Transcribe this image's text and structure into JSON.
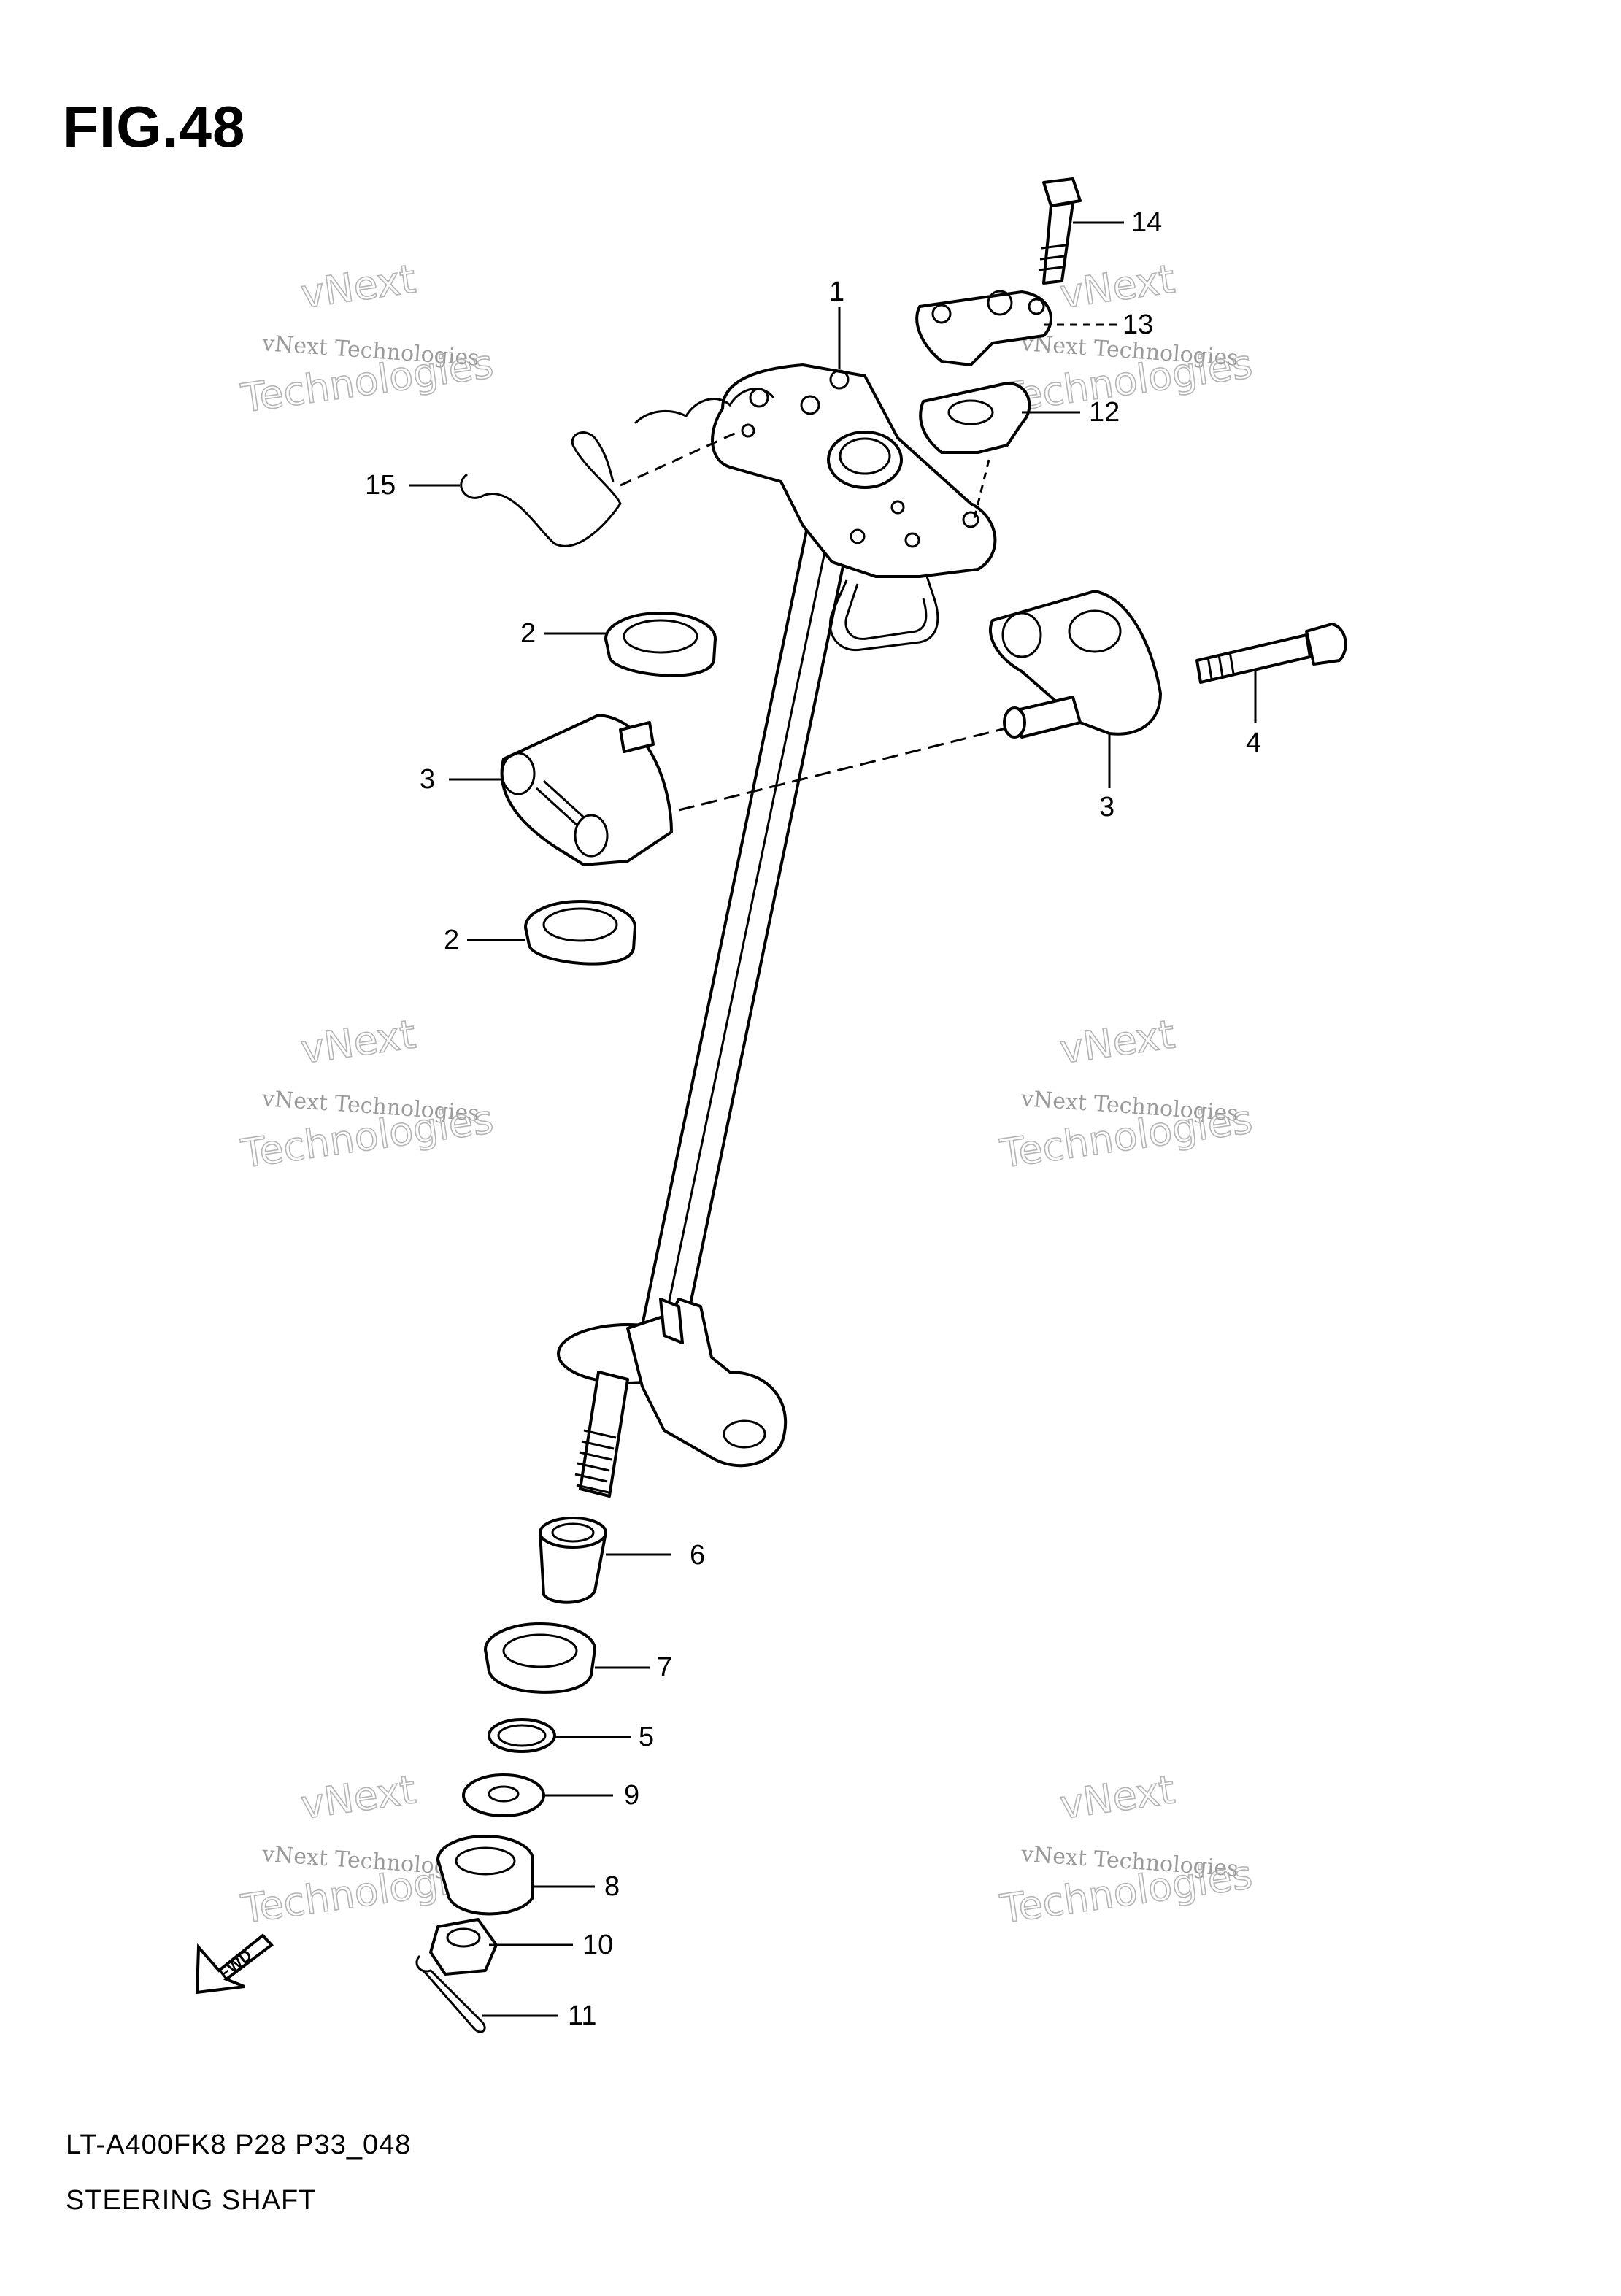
{
  "figure": {
    "title": "FIG.48"
  },
  "footer": {
    "model_code": "LT-A400FK8 P28 P33_048",
    "part_group": "STEERING SHAFT"
  },
  "fwd_arrow": {
    "label": "FWD"
  },
  "watermark": {
    "line1": "vNext Technologies",
    "line2": "vNext",
    "line3": "Technologies"
  },
  "callouts": [
    {
      "id": "c1",
      "number": "1"
    },
    {
      "id": "c2a",
      "number": "2"
    },
    {
      "id": "c2b",
      "number": "2"
    },
    {
      "id": "c3a",
      "number": "3"
    },
    {
      "id": "c3b",
      "number": "3"
    },
    {
      "id": "c4",
      "number": "4"
    },
    {
      "id": "c5",
      "number": "5"
    },
    {
      "id": "c6",
      "number": "6"
    },
    {
      "id": "c7",
      "number": "7"
    },
    {
      "id": "c8",
      "number": "8"
    },
    {
      "id": "c9",
      "number": "9"
    },
    {
      "id": "c10",
      "number": "10"
    },
    {
      "id": "c11",
      "number": "11"
    },
    {
      "id": "c12",
      "number": "12"
    },
    {
      "id": "c13",
      "number": "13"
    },
    {
      "id": "c14",
      "number": "14"
    },
    {
      "id": "c15",
      "number": "15"
    }
  ]
}
